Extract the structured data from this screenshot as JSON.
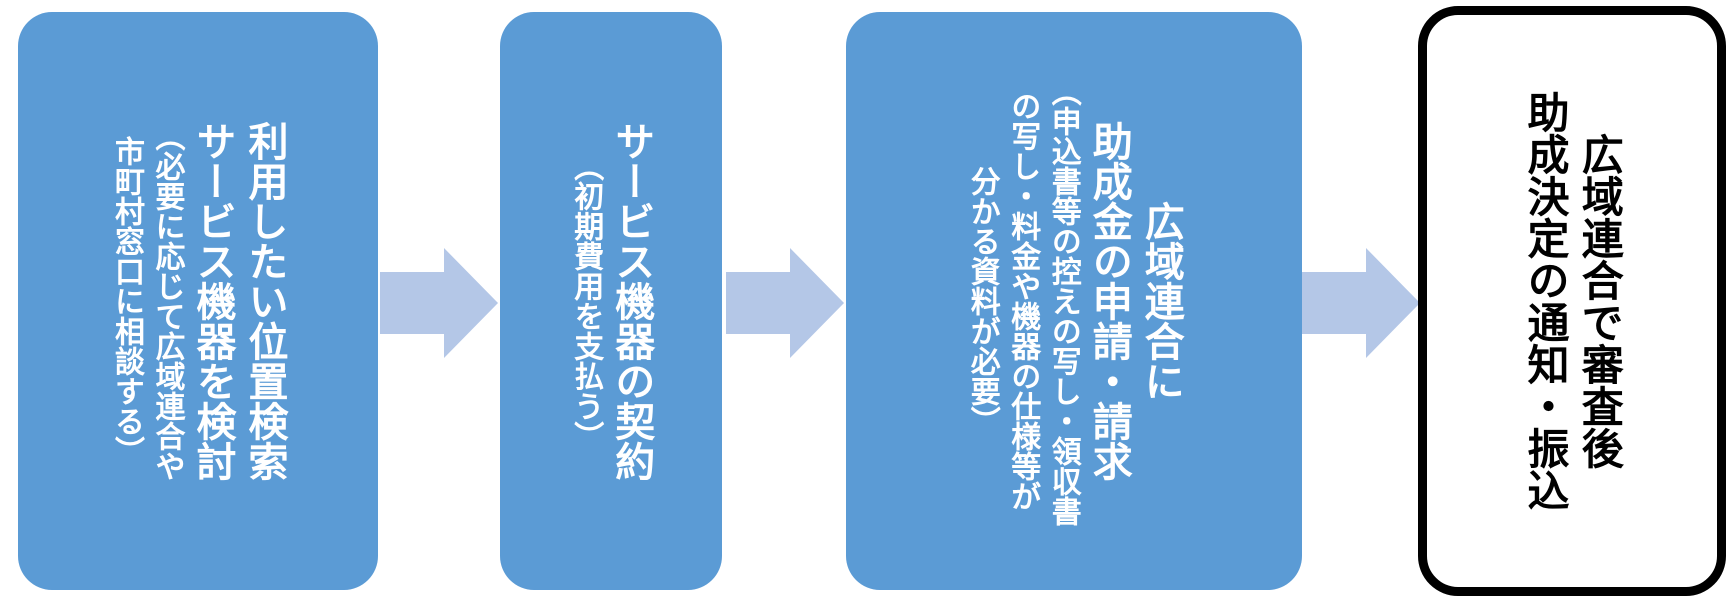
{
  "steps": [
    {
      "main": [
        "利用したい位置検索",
        "サービス機器を検討"
      ],
      "sub": [
        "（必要に応じて広域連合や",
        "市町村窓口に相談する）"
      ]
    },
    {
      "main": [
        "サービス機器の契約"
      ],
      "sub": [
        "（初期費用を支払う）"
      ]
    },
    {
      "main": [
        "広域連合に",
        "助成金の申請・請求"
      ],
      "sub": [
        "（申込書等の控えの写し・領収書",
        "の写し・料金や機器の仕様等が",
        "分かる資料が必要）"
      ]
    },
    {
      "main": [
        "広域連合で審査後",
        "助成決定の通知・振込"
      ],
      "sub": []
    }
  ],
  "colors": {
    "box_fill": "#5b9bd5",
    "arrow_fill": "#b4c7e7",
    "final_border": "#000000"
  }
}
